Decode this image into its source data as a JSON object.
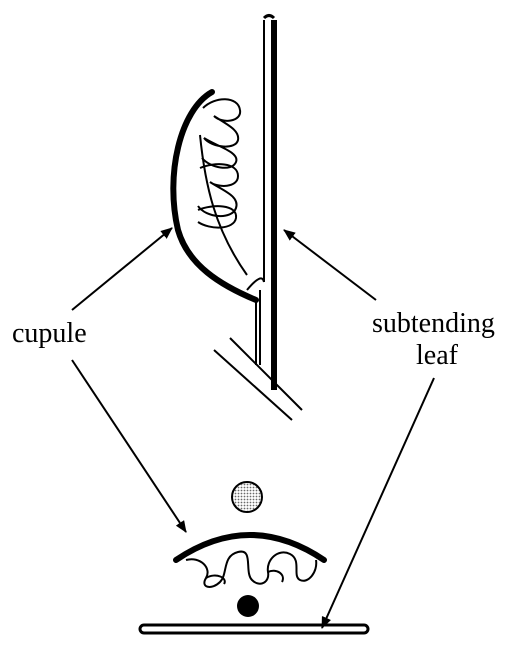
{
  "labels": {
    "cupule": "cupule",
    "subtending_line1": "subtending",
    "subtending_line2": "leaf"
  },
  "colors": {
    "ink": "#000000",
    "stipple": "#9a9a9a",
    "background": "#ffffff"
  }
}
